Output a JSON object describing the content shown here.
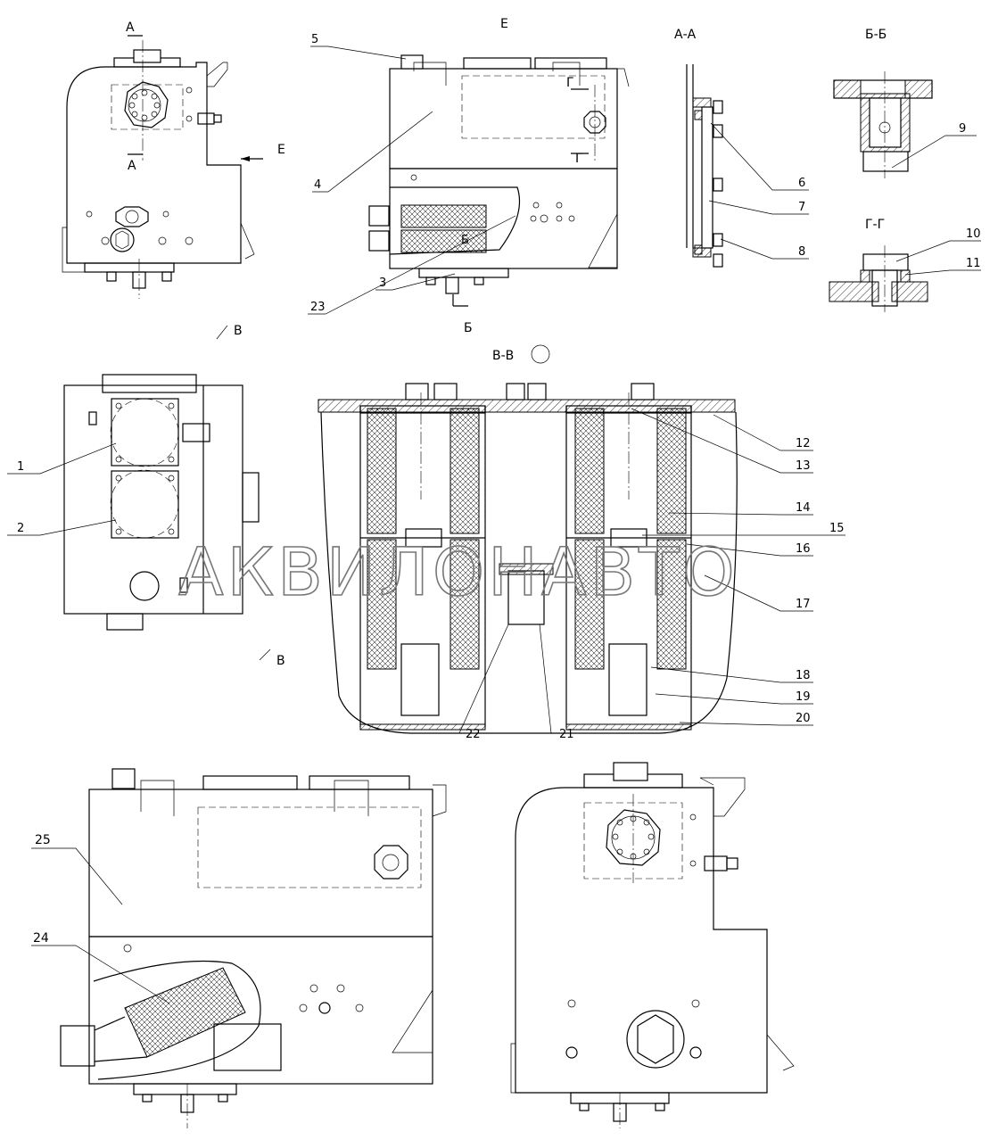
{
  "view_labels": {
    "e": "Е",
    "a_a": "А-А",
    "b_b": "Б-Б",
    "g_g": "Г-Г",
    "v_v": "В-В"
  },
  "cut_marks": {
    "a": "А",
    "b": "Б",
    "g": "Г",
    "v": "В",
    "e": "Е"
  },
  "item_numbers": {
    "n1": "1",
    "n2": "2",
    "n3": "3",
    "n4": "4",
    "n5": "5",
    "n6": "6",
    "n7": "7",
    "n8": "8",
    "n9": "9",
    "n10": "10",
    "n11": "11",
    "n12": "12",
    "n13": "13",
    "n14": "14",
    "n15": "15",
    "n16": "16",
    "n17": "17",
    "n18": "18",
    "n19": "19",
    "n20": "20",
    "n21": "21",
    "n22": "22",
    "n23": "23",
    "n24": "24",
    "n25": "25"
  },
  "watermark": "АКВИЛОНАВТО"
}
